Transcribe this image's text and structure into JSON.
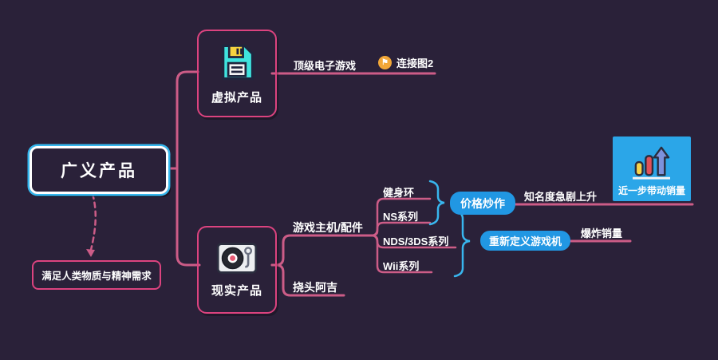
{
  "theme": {
    "background": "#2A2139",
    "branch_color": "#CC5C87",
    "node_border_pink": "#DC437F",
    "selection_cyan": "#35B7EE",
    "summary_brace_color": "#38B6EE",
    "summary_node_blue": "#2197E3",
    "image_node_blue": "#2BA6E8",
    "link_icon_orange": "#F2A738",
    "text_color": "#FFFFFF"
  },
  "root": {
    "label": "广义产品"
  },
  "note": {
    "label": "满足人类物质与精神需求"
  },
  "branches": {
    "virtual": {
      "label": "虚拟产品",
      "icon": "floppy-disk-icon",
      "child": {
        "label": "顶级电子游戏"
      },
      "link": {
        "icon": "flag-link-icon",
        "label": "连接图2"
      }
    },
    "real": {
      "label": "现实产品",
      "icon": "vinyl-record-icon",
      "hardware": {
        "label": "游戏主机/配件",
        "items": [
          {
            "label": "健身环"
          },
          {
            "label": "NS系列"
          },
          {
            "label": "NDS/3DS系列"
          },
          {
            "label": "Wii系列"
          }
        ]
      },
      "other": {
        "label": "挠头阿吉"
      }
    }
  },
  "summaries": {
    "hype": {
      "label": "价格炒作",
      "child": {
        "label": "知名度急剧上升"
      },
      "image_node": {
        "icon": "bar-chart-growth-icon",
        "label": "近一步带动销量"
      }
    },
    "redefine": {
      "label": "重新定义游戏机",
      "child": {
        "label": "爆炸销量"
      }
    }
  }
}
